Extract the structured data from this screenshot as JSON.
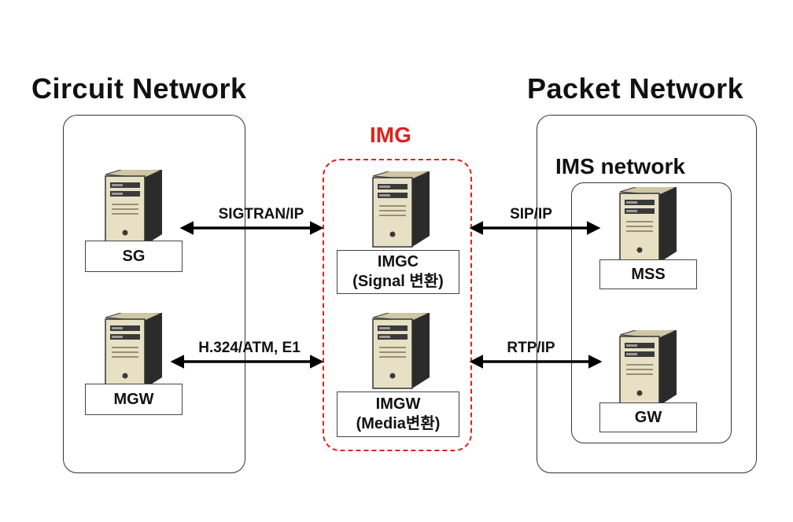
{
  "circuit": {
    "title": "Circuit Network",
    "sg_label": "SG",
    "mgw_label": "MGW"
  },
  "packet": {
    "title": "Packet Network",
    "ims_title": "IMS network",
    "mss_label": "MSS",
    "gw_label": "GW"
  },
  "img": {
    "title": "IMG",
    "imgc_line1": "IMGC",
    "imgc_line2": "(Signal 변환)",
    "imgw_line1": "IMGW",
    "imgw_line2": "(Media변환)"
  },
  "connections": {
    "sigtran": "SIGTRAN/IP",
    "h324": "H.324/ATM, E1",
    "sip": "SIP/IP",
    "rtp": "RTP/IP"
  },
  "colors": {
    "accent_red": "#e02020",
    "server_body": "#e8e0c4",
    "server_dark": "#2a2a2a"
  },
  "icons": {
    "server": "server-tower-icon",
    "arrow": "double-headed-arrow-icon"
  }
}
